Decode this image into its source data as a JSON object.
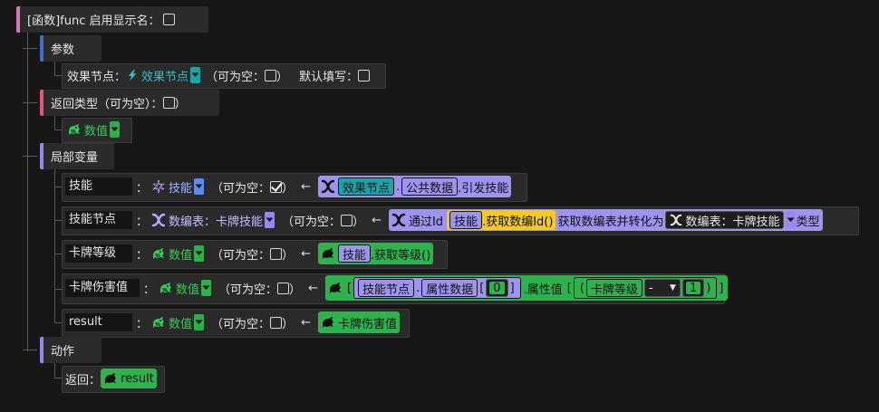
{
  "header": {
    "func_label": "[函数]func 启用显示名：",
    "show_name_checked": false
  },
  "params": {
    "title": "参数",
    "row": {
      "label": "效果节点：",
      "type": "效果节点",
      "nullable_label": "（可为空：",
      "nullable_close": "）",
      "default_label": "默认填写："
    }
  },
  "return_type": {
    "title": "返回类型（可为空）：",
    "close": "）",
    "type": "数值"
  },
  "locals": {
    "title": "局部变量",
    "vars": [
      {
        "name": "技能",
        "type": "技能",
        "nullable_checked": true
      },
      {
        "name": "技能节点",
        "type": "数编表：卡牌技能",
        "nullable_checked": false
      },
      {
        "name": "卡牌等级",
        "type": "数值",
        "nullable_checked": false
      },
      {
        "name": "卡牌伤害值",
        "type": "数值",
        "nullable_checked": false
      },
      {
        "name": "result",
        "type": "数值",
        "nullable_checked": false
      }
    ],
    "colon": "：",
    "nullable_label": "（可为空：",
    "nullable_close": "）",
    "arrow": "←",
    "expr1": {
      "a": "效果节点",
      "b": "公共数据",
      "c": ".引发技能"
    },
    "expr2": {
      "lead": "通过Id",
      "a": "技能",
      "b": ".获取数编Id()",
      "c": "获取数编表并转化为",
      "d": "数编表：卡牌技能",
      "e": "类型"
    },
    "expr3": {
      "a": "技能",
      "b": ".获取等级()"
    },
    "expr4": {
      "a": "技能节点",
      "b": "属性数据",
      "idx": "0",
      "c": ".属性值",
      "d": "卡牌等级",
      "op": "-",
      "n": "1"
    },
    "expr5": {
      "a": "卡牌伤害值"
    }
  },
  "actions": {
    "title": "动作",
    "return_label": "返回：",
    "return_value": "result"
  },
  "colors": {
    "pink": "#d178b7",
    "blue": "#3b6fd0",
    "rose": "#e4547d",
    "lavender": "#9a86f0",
    "teal": "#1aa3a8",
    "green": "#2fb24d",
    "yellow": "#f3c928"
  }
}
